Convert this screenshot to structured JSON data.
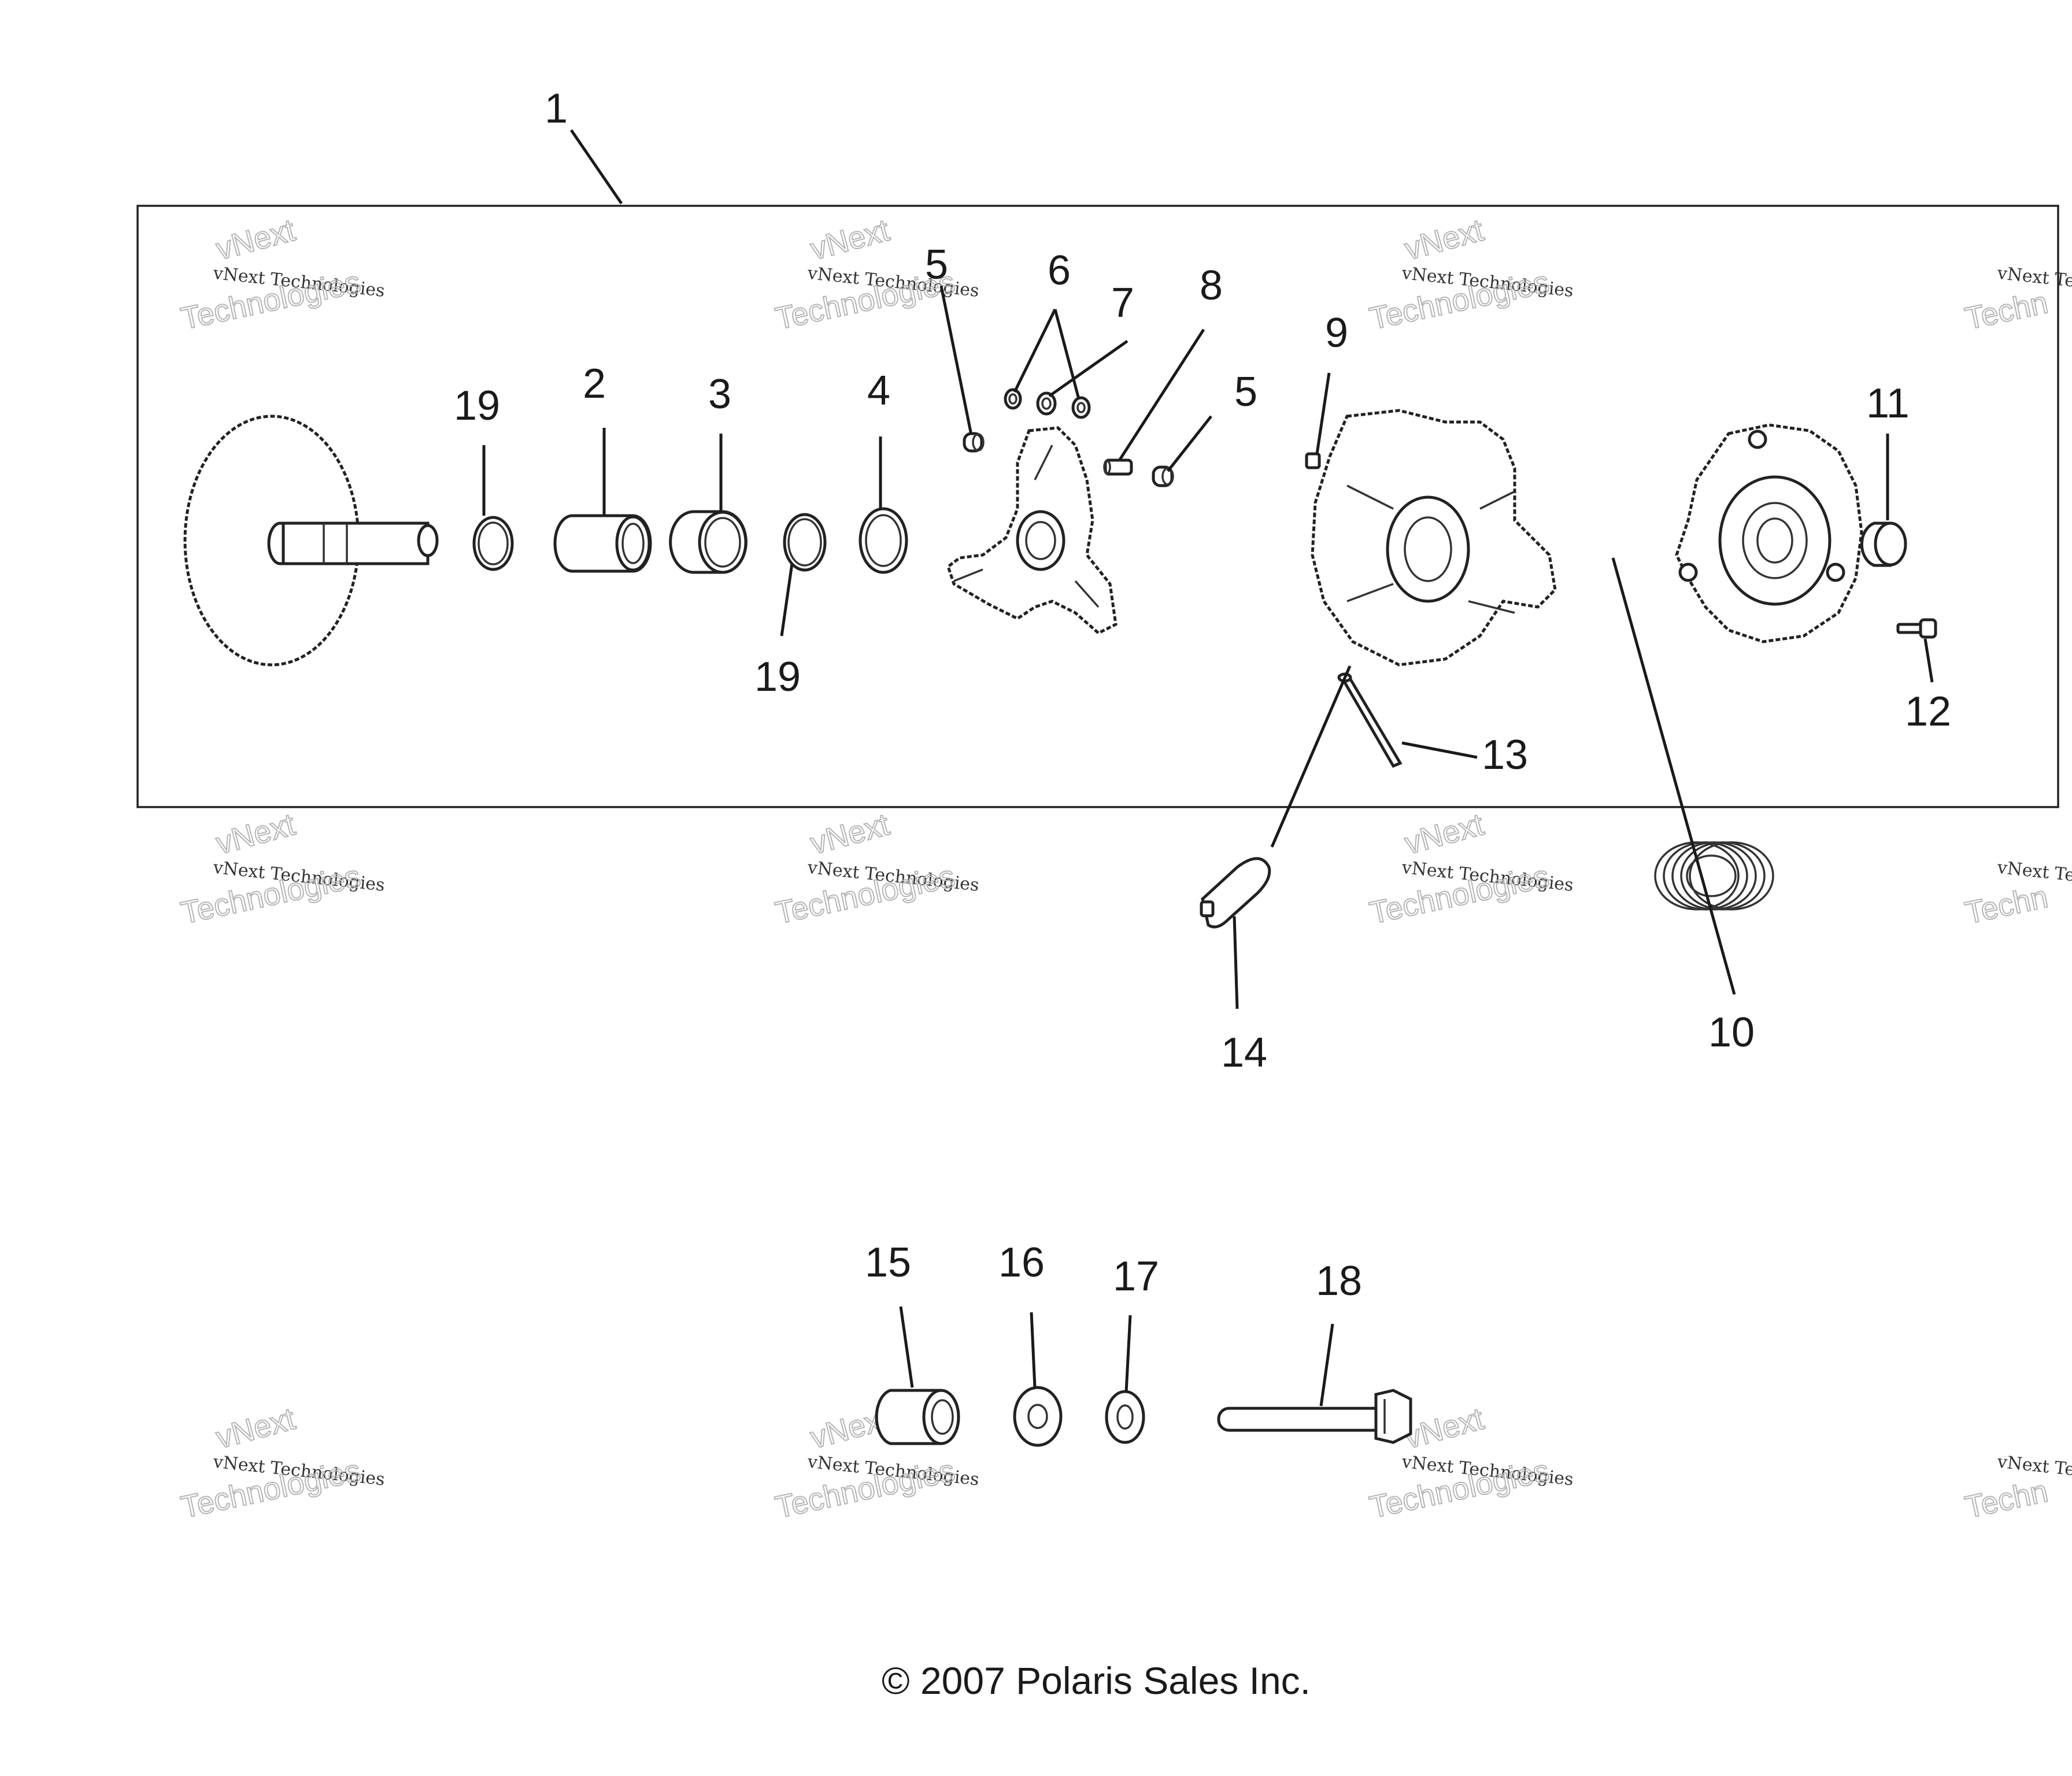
{
  "diagram": {
    "callouts": [
      "1",
      "2",
      "3",
      "4",
      "5",
      "5",
      "6",
      "7",
      "8",
      "9",
      "10",
      "11",
      "12",
      "13",
      "14",
      "15",
      "16",
      "17",
      "18",
      "19",
      "19"
    ],
    "watermark": {
      "line1": "vNext",
      "line2": "vNext Technologies",
      "line3": "Technologies",
      "truncated_line2": "vNext Te",
      "truncated_line3": "Techn"
    },
    "copyright": "© 2007 Polaris Sales Inc."
  }
}
